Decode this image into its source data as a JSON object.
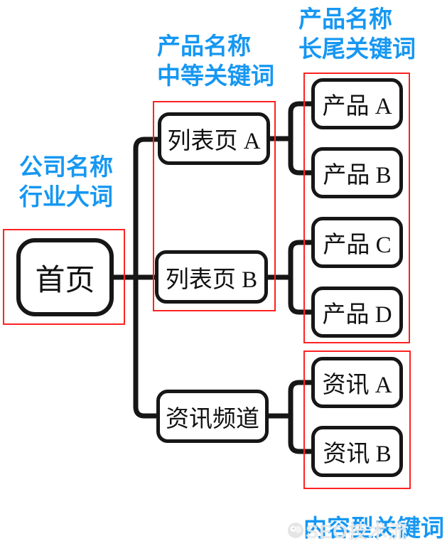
{
  "colors": {
    "keyword_label_blue": "#1697f2",
    "highlight_box_red": "#ff2222",
    "node_line_black": "#161616",
    "background": "#ffffff"
  },
  "headings": {
    "company": {
      "line1": "公司名称",
      "line2": "行业大词"
    },
    "medium_keywords": {
      "line1": "产品名称",
      "line2": "中等关键词"
    },
    "longtail_keywords": {
      "line1": "产品名称",
      "line2": "长尾关键词"
    },
    "content_keywords": "内容型关键词"
  },
  "nodes": {
    "home": "首页",
    "list_a": "列表页 A",
    "list_b": "列表页 B",
    "news_channel": "资讯频道",
    "product_a": "产品 A",
    "product_b": "产品 B",
    "product_c": "产品 C",
    "product_d": "产品 D",
    "news_a": "资讯 A",
    "news_b": "资讯 B"
  },
  "watermark": {
    "text": "SEO技术流"
  }
}
